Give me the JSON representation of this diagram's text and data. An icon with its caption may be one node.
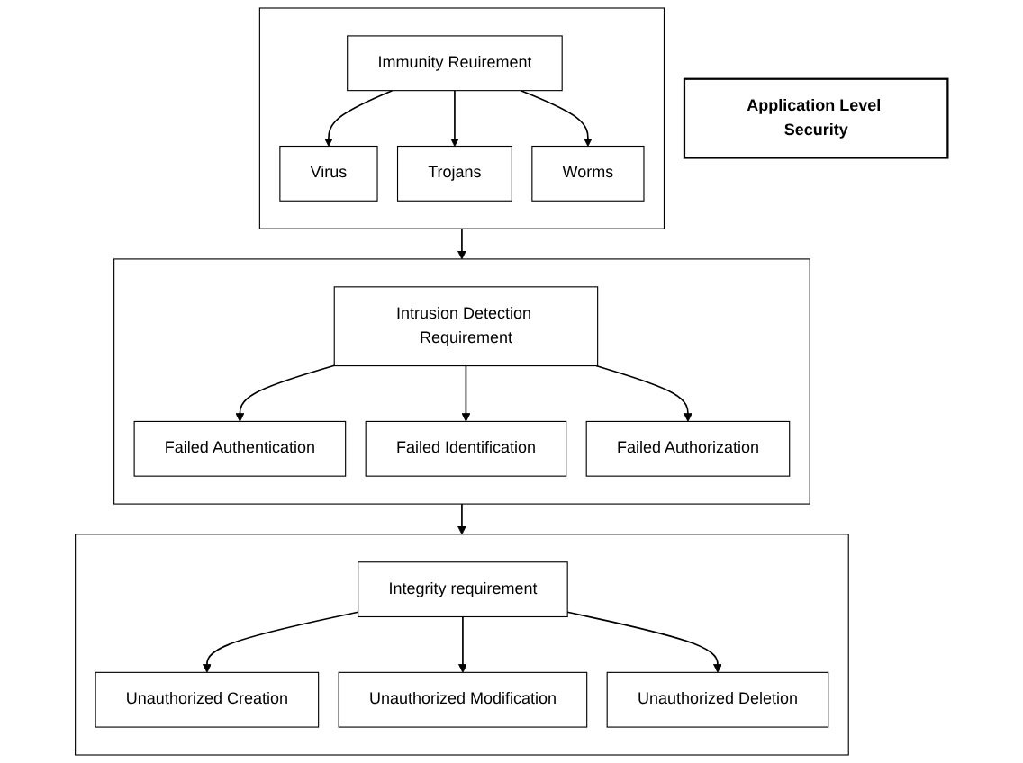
{
  "diagram": {
    "nodes": [
      {
        "text": [],
        "shape": "box"
      },
      {
        "text": [
          "Immunity Reuirement"
        ],
        "in": 0
      },
      {
        "text": [
          "Virus"
        ],
        "in": 0
      },
      {
        "text": [
          "Trojans"
        ],
        "in": 0
      },
      {
        "text": [
          "Worms"
        ],
        "in": 0
      },
      {
        "text": [],
        "shape": "box"
      },
      {
        "text": [
          "Intrusion Detection Requirement"
        ],
        "in": 5
      },
      {
        "text": [
          "Failed Authentication"
        ],
        "in": 5
      },
      {
        "text": [
          "Failed Identification"
        ],
        "in": 5
      },
      {
        "text": [
          "Failed Authorization"
        ],
        "in": 5
      },
      {
        "text": [],
        "shape": "box"
      },
      {
        "text": [
          "Integrity requirement"
        ],
        "in": 10
      },
      {
        "text": [
          "Unauthorized Creation"
        ],
        "in": 10
      },
      {
        "text": [
          "Unauthorized Modification"
        ],
        "in": 10
      },
      {
        "text": [
          "Unauthorized Deletion"
        ],
        "in": 10
      },
      {
        "text": [
          "Application Level Security"
        ]
      }
    ],
    "edges": [
      {
        "from": 1,
        "to": 2,
        "arrow": "to"
      },
      {
        "from": 1,
        "to": 3,
        "arrow": "to"
      },
      {
        "from": 1,
        "to": 4,
        "arrow": "to"
      },
      {
        "from": 0,
        "to": 5,
        "arrow": "to"
      },
      {
        "from": 6,
        "to": 7,
        "arrow": "to"
      },
      {
        "from": 6,
        "to": 8,
        "arrow": "to"
      },
      {
        "from": 6,
        "to": 9,
        "arrow": "to"
      },
      {
        "from": 5,
        "to": 10,
        "arrow": "to"
      },
      {
        "from": 11,
        "to": 12,
        "arrow": "to"
      },
      {
        "from": 11,
        "to": 13,
        "arrow": "to"
      },
      {
        "from": 11,
        "to": 14,
        "arrow": "to"
      }
    ]
  }
}
